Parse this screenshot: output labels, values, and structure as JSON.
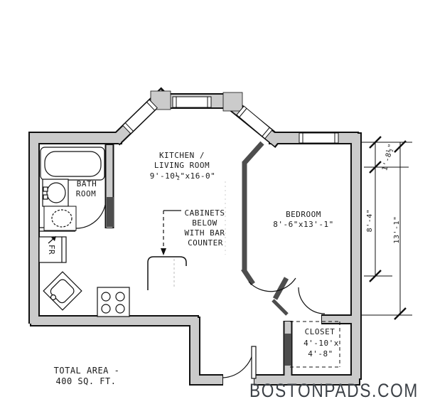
{
  "plan": {
    "rooms": {
      "kitchen_living": [
        "KITCHEN /",
        "LIVING ROOM",
        "9'-10½\"x16-0\""
      ],
      "bedroom": [
        "BEDROOM",
        "8'-6\"x13'-1\""
      ],
      "bathroom": [
        "BATH",
        "ROOM"
      ],
      "closet": [
        "CLOSET",
        "4'-10'x",
        "4'-8\""
      ]
    },
    "annotations": {
      "cabinets": [
        "CABINETS",
        "BELOW",
        "WITH BAR",
        "COUNTER"
      ],
      "fridge": "FR",
      "total_area": [
        "TOTAL AREA -",
        "400 SQ. FT."
      ]
    },
    "dimensions": {
      "offset": "1'-8½\"",
      "inner": "8'-4\"",
      "overall": "13'-1\""
    },
    "colors": {
      "wall_fill": "#cbcbcb",
      "wall_outline": "#111111",
      "partition": "#4d4d4d",
      "text": "#1a1a1a",
      "watermark": "#3b4046"
    }
  },
  "watermark": "BOSTONPADS.COM"
}
